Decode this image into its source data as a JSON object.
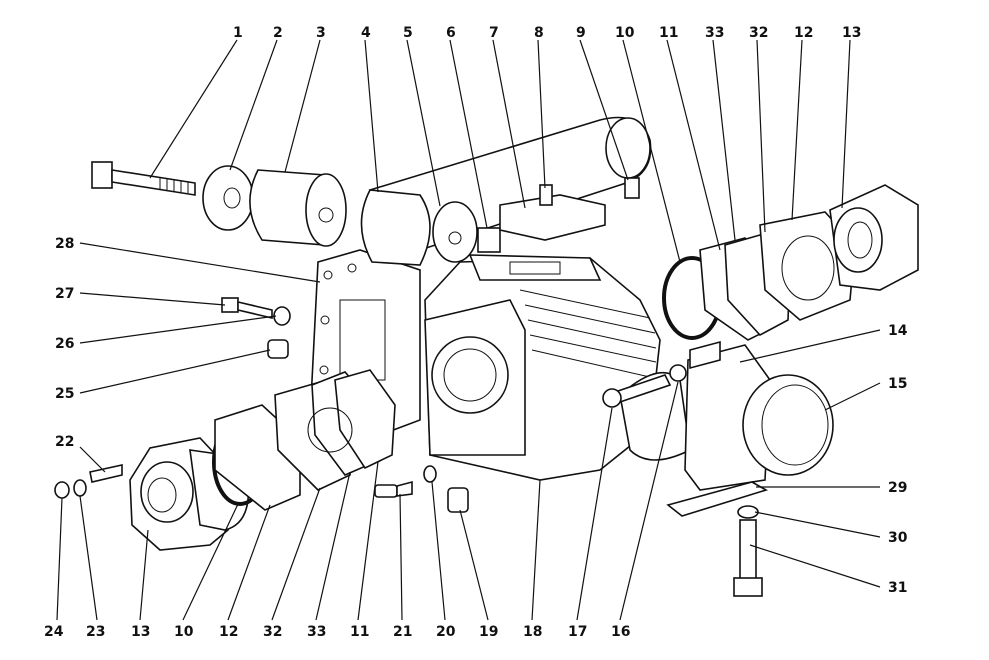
{
  "labels": {
    "top": [
      "1",
      "2",
      "3",
      "4",
      "5",
      "6",
      "7",
      "8",
      "9",
      "10",
      "11",
      "33",
      "32",
      "12",
      "13"
    ],
    "left": [
      "28",
      "27",
      "26",
      "25",
      "22"
    ],
    "right": [
      "14",
      "15",
      "29",
      "30",
      "31"
    ],
    "bottom": [
      "24",
      "23",
      "13",
      "10",
      "12",
      "32",
      "33",
      "11",
      "21",
      "20",
      "19",
      "18",
      "17",
      "16"
    ]
  }
}
